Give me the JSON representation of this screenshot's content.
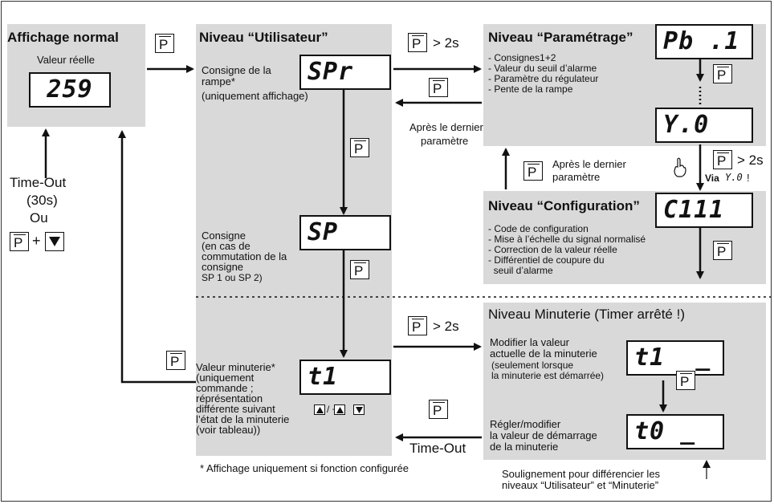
{
  "key_label": "P",
  "normal": {
    "title": "Affichage normal",
    "subtitle": "Valeur réelle",
    "display": "259"
  },
  "timeout_left": {
    "line1": "Time-Out",
    "line2": "(30s)",
    "line3": "Ou",
    "plus": "+"
  },
  "user_level": {
    "title": "Niveau “Utilisateur”",
    "ramp_label": "Consigne de la rampe*",
    "ramp_note": "(uniquement affichage)",
    "ramp_display": "SPr",
    "setpoint_label": "Consigne",
    "setpoint_note1": "(en cas de",
    "setpoint_note2": "commutation de la",
    "setpoint_note3": "consigne",
    "setpoint_note4": "SP 1 ou SP 2)",
    "setpoint_display": "SP",
    "timer_label": "Valeur minuterie*",
    "timer_note1": "(uniquement",
    "timer_note2": "commande ;",
    "timer_note3": "réprésentation",
    "timer_note4": "différente suivant",
    "timer_note5": "l’état de la minuterie",
    "timer_note6": "(voir tableau))",
    "timer_display": "t1",
    "timer_keys": "/ +"
  },
  "transitions": {
    "hold_2s": "> 2s",
    "after_last_param_1": "Après le dernier",
    "after_last_param_2": "paramètre",
    "via": "Via",
    "via_code": "Y.0",
    "via_excl": "!",
    "timeout": "Time-Out"
  },
  "param_level": {
    "title": "Niveau “Paramétrage”",
    "items": [
      "- Consignes1+2",
      "- Valeur du seuil d’alarme",
      "- Paramètre du régulateur",
      "- Pente de la rampe"
    ],
    "display_top": "Pb .1",
    "display_bottom": "Y.0"
  },
  "config_level": {
    "title": "Niveau “Configuration”",
    "items": [
      "- Code de configuration",
      "- Mise à l’échelle du signal normalisé",
      "- Correction de la valeur réelle",
      "- Différentiel de coupure du",
      "  seuil d’alarme"
    ],
    "display": "C111"
  },
  "timer_level": {
    "title": "Niveau Minuterie (Timer arrêté !)",
    "modify_1": "Modifier la valeur",
    "modify_2": "actuelle de la minuterie",
    "modify_3": "(seulement lorsque",
    "modify_4": "la minuterie est démarrée)",
    "display_top": "t1  _",
    "set_1": "Régler/modifier",
    "set_2": "la valeur de démarrage",
    "set_3": "de la minuterie",
    "display_bottom": "t0 _"
  },
  "footnote": "* Affichage uniquement si fonction configurée",
  "underline_note_1": "Soulignement pour différencier les",
  "underline_note_2": "niveaux “Utilisateur” et “Minuterie”"
}
